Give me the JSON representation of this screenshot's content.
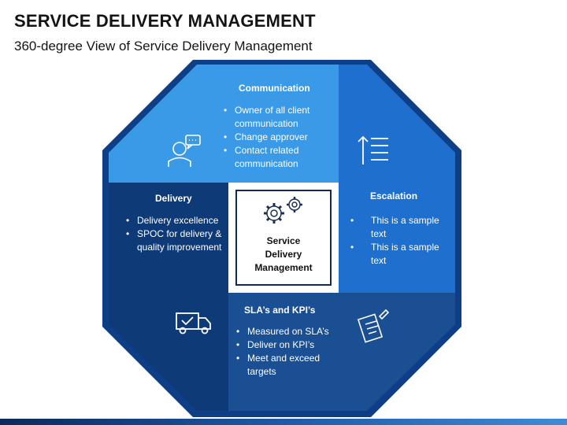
{
  "header": {
    "title": "SERVICE DELIVERY MANAGEMENT",
    "subtitle": "360-degree View of Service Delivery Management"
  },
  "center": {
    "label_lines": [
      "Service",
      "Delivery",
      "Management"
    ]
  },
  "panels": {
    "communication": {
      "title": "Communication",
      "items": [
        "Owner of all client communication",
        "Change approver",
        "Contact related communication"
      ],
      "icon": "customer-support-chat-icon"
    },
    "escalation": {
      "title": "Escalation",
      "items": [
        "This is a sample text",
        "This is a sample text"
      ],
      "icon": "escalation-sort-icon"
    },
    "delivery": {
      "title": "Delivery",
      "items": [
        "Delivery excellence",
        "SPOC for delivery & quality improvement"
      ],
      "icon": "delivery-truck-icon"
    },
    "sla": {
      "title": "SLA’s and KPI’s",
      "items": [
        "Measured on SLA’s",
        "Deliver on KPI’s",
        "Meet and exceed targets"
      ],
      "icon": "clipboard-checklist-icon"
    }
  },
  "colors": {
    "communication": "#3a9ae8",
    "escalation": "#1f6fcf",
    "delivery": "#0f3a78",
    "sla": "#1a4f93",
    "bevel": "#0e3f86"
  }
}
